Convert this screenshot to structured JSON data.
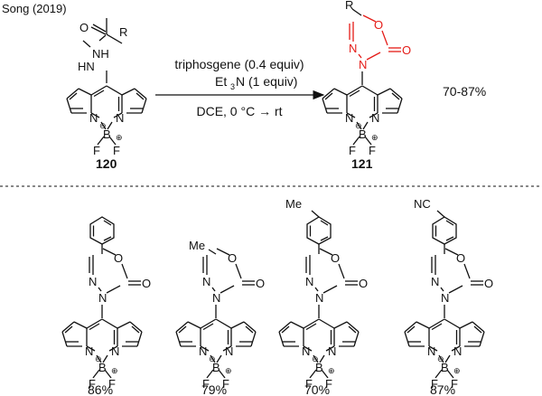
{
  "header": {
    "citation": "Song (2019)"
  },
  "reaction": {
    "reagent_line1": "triphosgene (0.4 equiv)",
    "reagent_line2_a": "Et",
    "reagent_line2_sub": "3",
    "reagent_line2_b": "N (1 equiv)",
    "conditions": "DCE, 0 °C → rt",
    "yield_range": "70-87%"
  },
  "compounds": {
    "starting_material": {
      "label": "120"
    },
    "product": {
      "label": "121"
    }
  },
  "atoms": {
    "R": "R",
    "O": "O",
    "N": "N",
    "NH": "NH",
    "HN": "HN",
    "B": "B",
    "F": "F",
    "Me": "Me",
    "NC": "NC",
    "minus": "⊖",
    "plus": "⊕"
  },
  "examples": [
    {
      "substituent": "phenyl",
      "yield": "86%"
    },
    {
      "substituent": "Me",
      "yield": "79%"
    },
    {
      "substituent": "4-methylphenyl",
      "yield": "70%"
    },
    {
      "substituent": "4-cyanophenyl",
      "yield": "87%"
    }
  ],
  "colors": {
    "ring_highlight": "#e41b17",
    "line": "#111111"
  }
}
